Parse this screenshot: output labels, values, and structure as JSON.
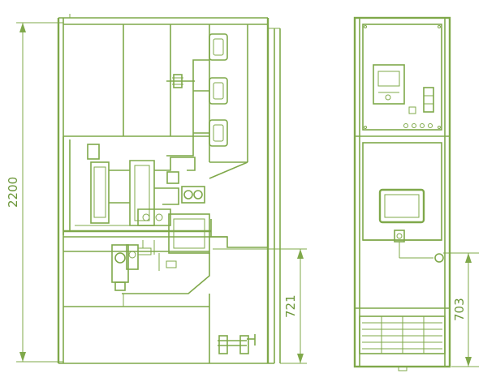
{
  "colors": {
    "line": "#7fa84a",
    "text": "#6b9638",
    "background": "#ffffff"
  },
  "dimensions": {
    "total_height": "2200",
    "side_lower_height": "721",
    "front_lower_height": "703"
  }
}
